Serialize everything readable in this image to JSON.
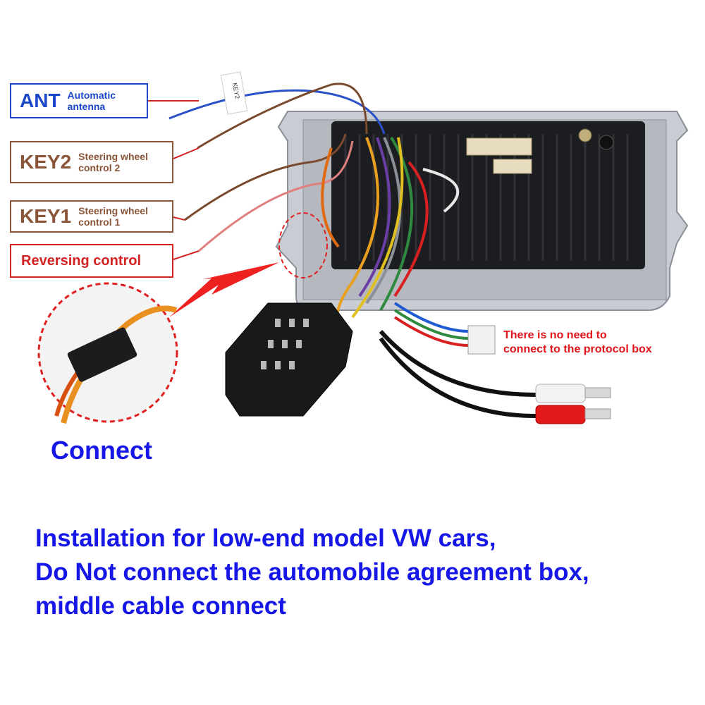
{
  "callouts": {
    "ant": {
      "code": "ANT",
      "desc_line1": "Automatic",
      "desc_line2": "antenna"
    },
    "key2": {
      "code": "KEY2",
      "desc_line1": "Steering wheel",
      "desc_line2": "control 2"
    },
    "key1": {
      "code": "KEY1",
      "desc_line1": "Steering wheel",
      "desc_line2": "control 1"
    },
    "reversing": {
      "label": "Reversing control"
    }
  },
  "wire_tags": {
    "key2": "KEY2"
  },
  "note": {
    "line1": "There is no need to",
    "line2": "connect to the protocol box"
  },
  "connect_label": "Connect",
  "installation": {
    "line1": "Installation for low-end model VW cars,",
    "line2": "Do Not connect the automobile agreement box,",
    "line3": "middle cable connect"
  },
  "colors": {
    "blue_text": "#1616e6",
    "red_text": "#e0141b",
    "ant_border": "#1a47c9",
    "key_border": "#8a5538",
    "reversing_border": "#d32222"
  }
}
